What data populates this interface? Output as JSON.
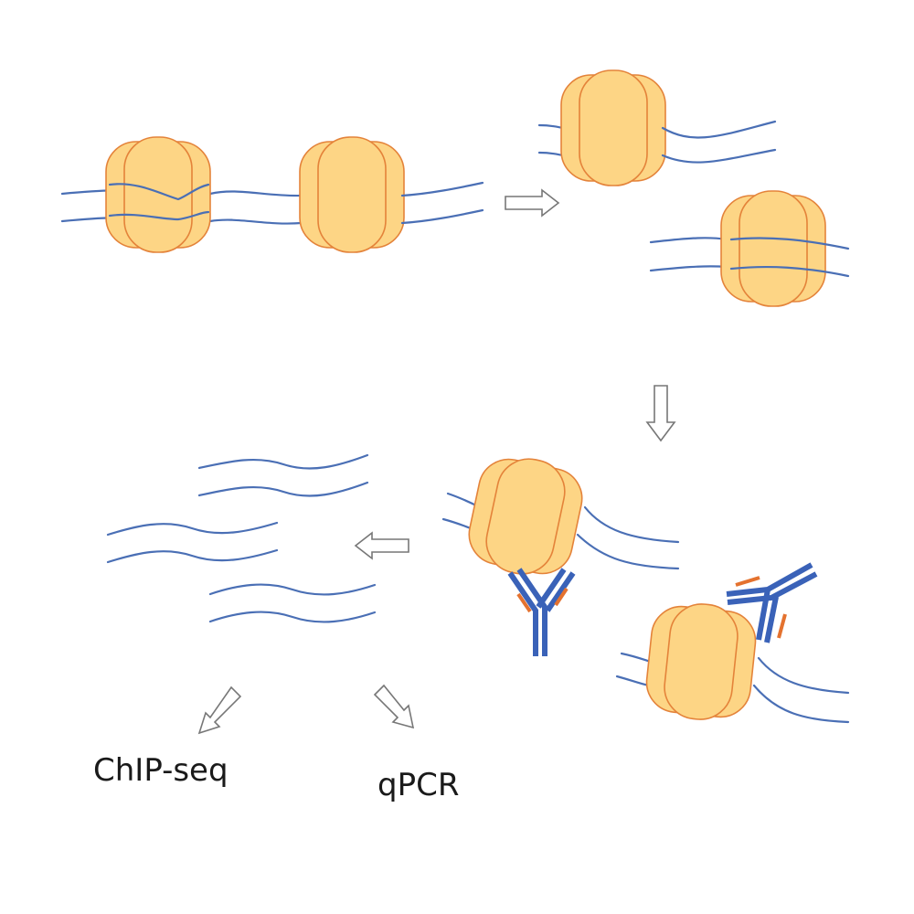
{
  "labels": {
    "chipseq": "ChIP-seq",
    "qpcr": "qPCR"
  },
  "colors": {
    "background": "#ffffff",
    "dna_strand": "#4a6fb5",
    "nucleosome_fill": "#fdd585",
    "nucleosome_stroke": "#e4833a",
    "antibody": "#3a62b8",
    "antibody_tag": "#e4722f",
    "arrow_stroke": "#777777"
  },
  "icons": {
    "arrow": "hollow-block-arrow",
    "nucleosome": "histone-octamer",
    "antibody": "y-shaped-antibody"
  }
}
